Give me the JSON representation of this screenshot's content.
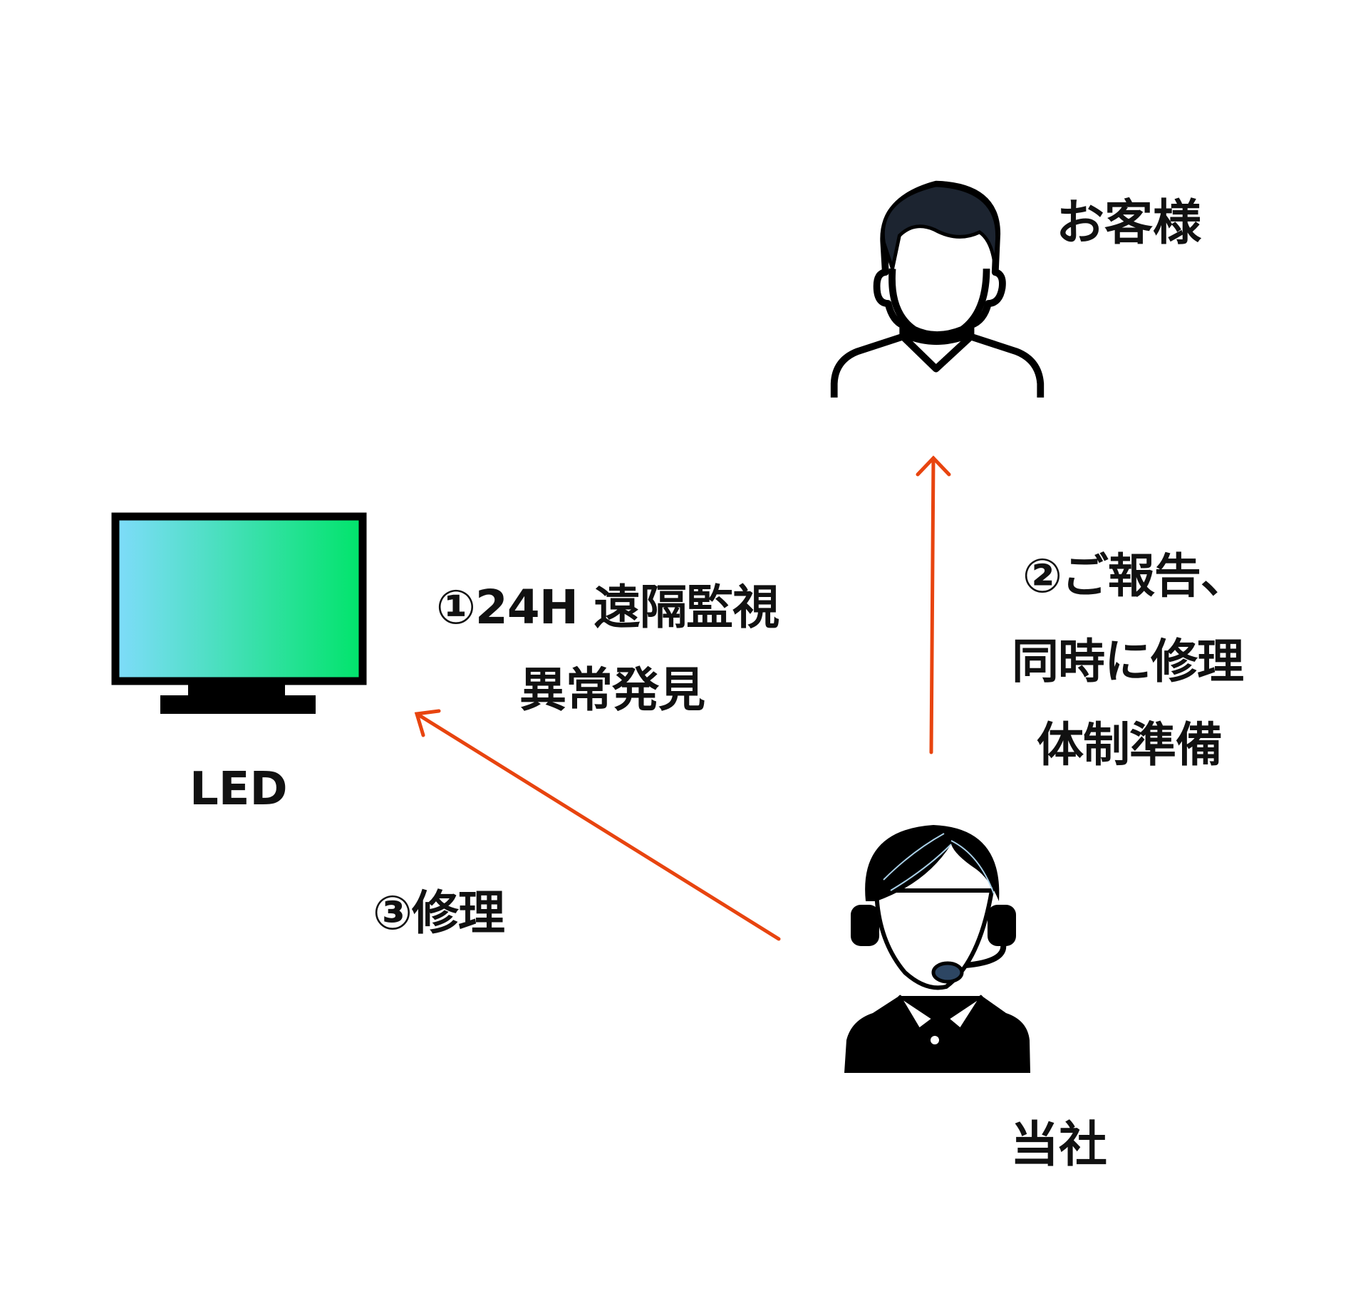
{
  "nodes": {
    "led": {
      "label": "LED",
      "icon": "monitor-icon"
    },
    "customer": {
      "label": "お客様",
      "icon": "customer-person-icon"
    },
    "company": {
      "label": "当社",
      "icon": "operator-headset-icon"
    }
  },
  "steps": {
    "step1": {
      "line1": "①24H 遠隔監視",
      "line2": "異常発見"
    },
    "step2": {
      "line1": "②ご報告、",
      "line2": "同時に修理",
      "line3": "体制準備"
    },
    "step3": {
      "line1": "③修理"
    }
  },
  "colors": {
    "arrow": "#e8440f",
    "screen_start": "#7fdcfb",
    "screen_end": "#00e46a",
    "hair": "#1c2430",
    "mic": "#2d4663"
  }
}
